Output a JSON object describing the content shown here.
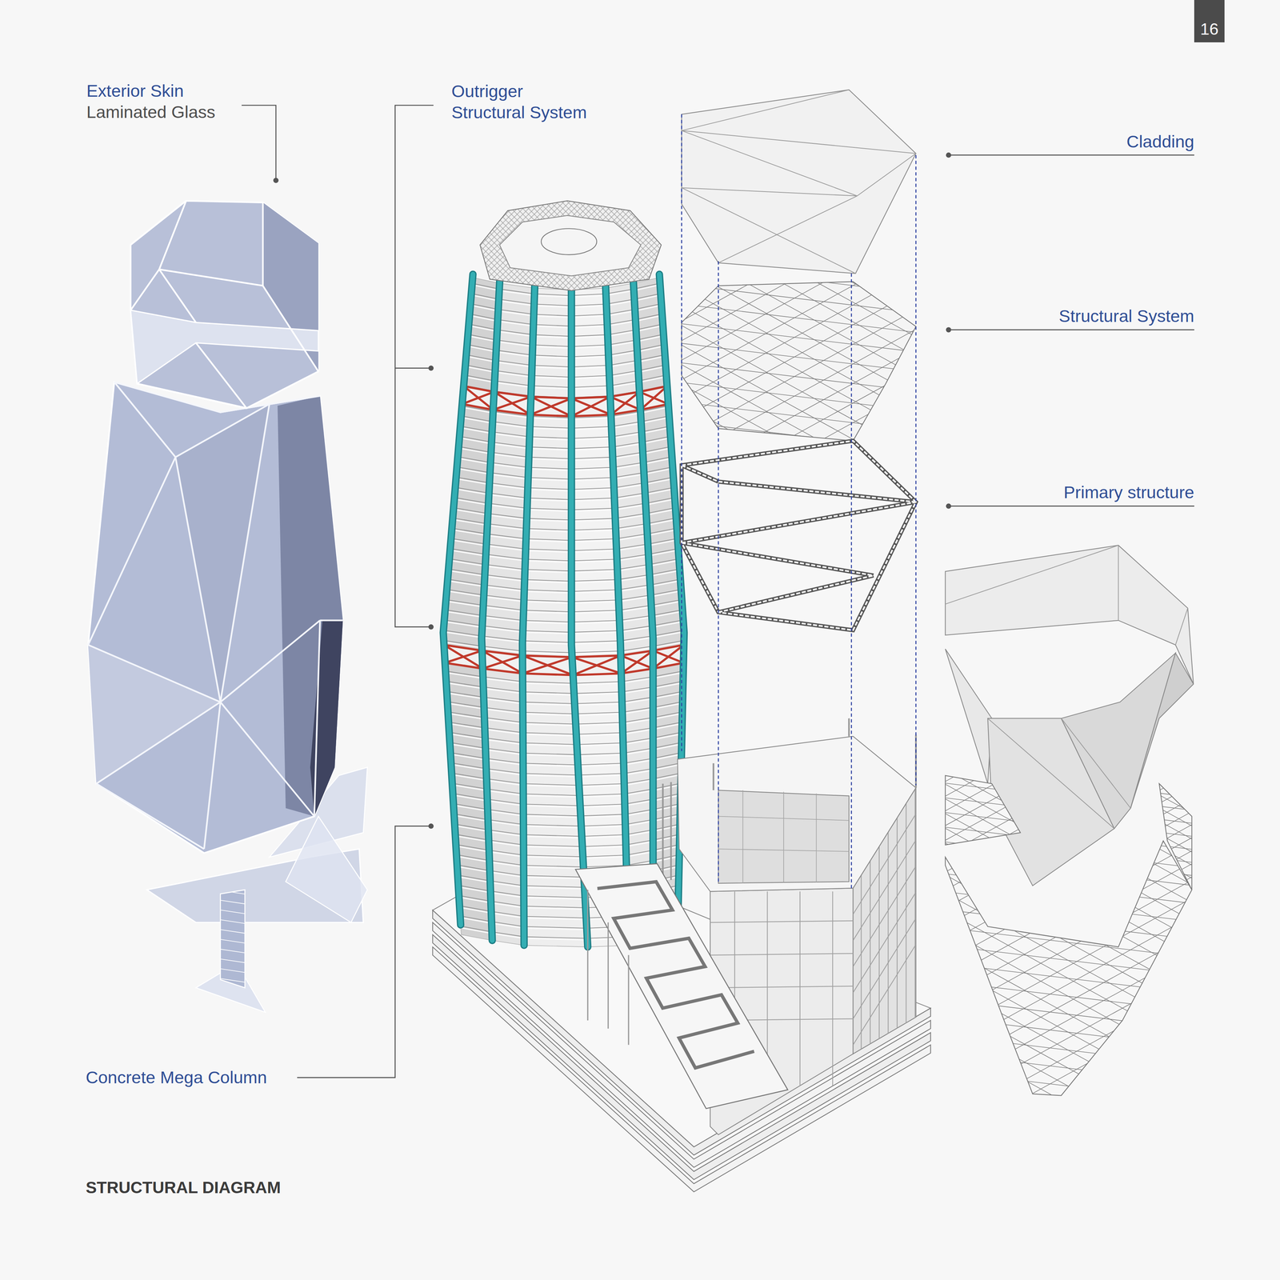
{
  "diagram": {
    "title": "STRUCTURAL DIAGRAM",
    "nodes": [
      {
        "text": [
          "16"
        ]
      }
    ],
    "labels": [
      "Exterior Skin",
      "Laminated Glass",
      "Outrigger Structural System",
      "Cladding",
      "Structural System",
      "Primary structure",
      "Concrete Mega Column"
    ]
  }
}
